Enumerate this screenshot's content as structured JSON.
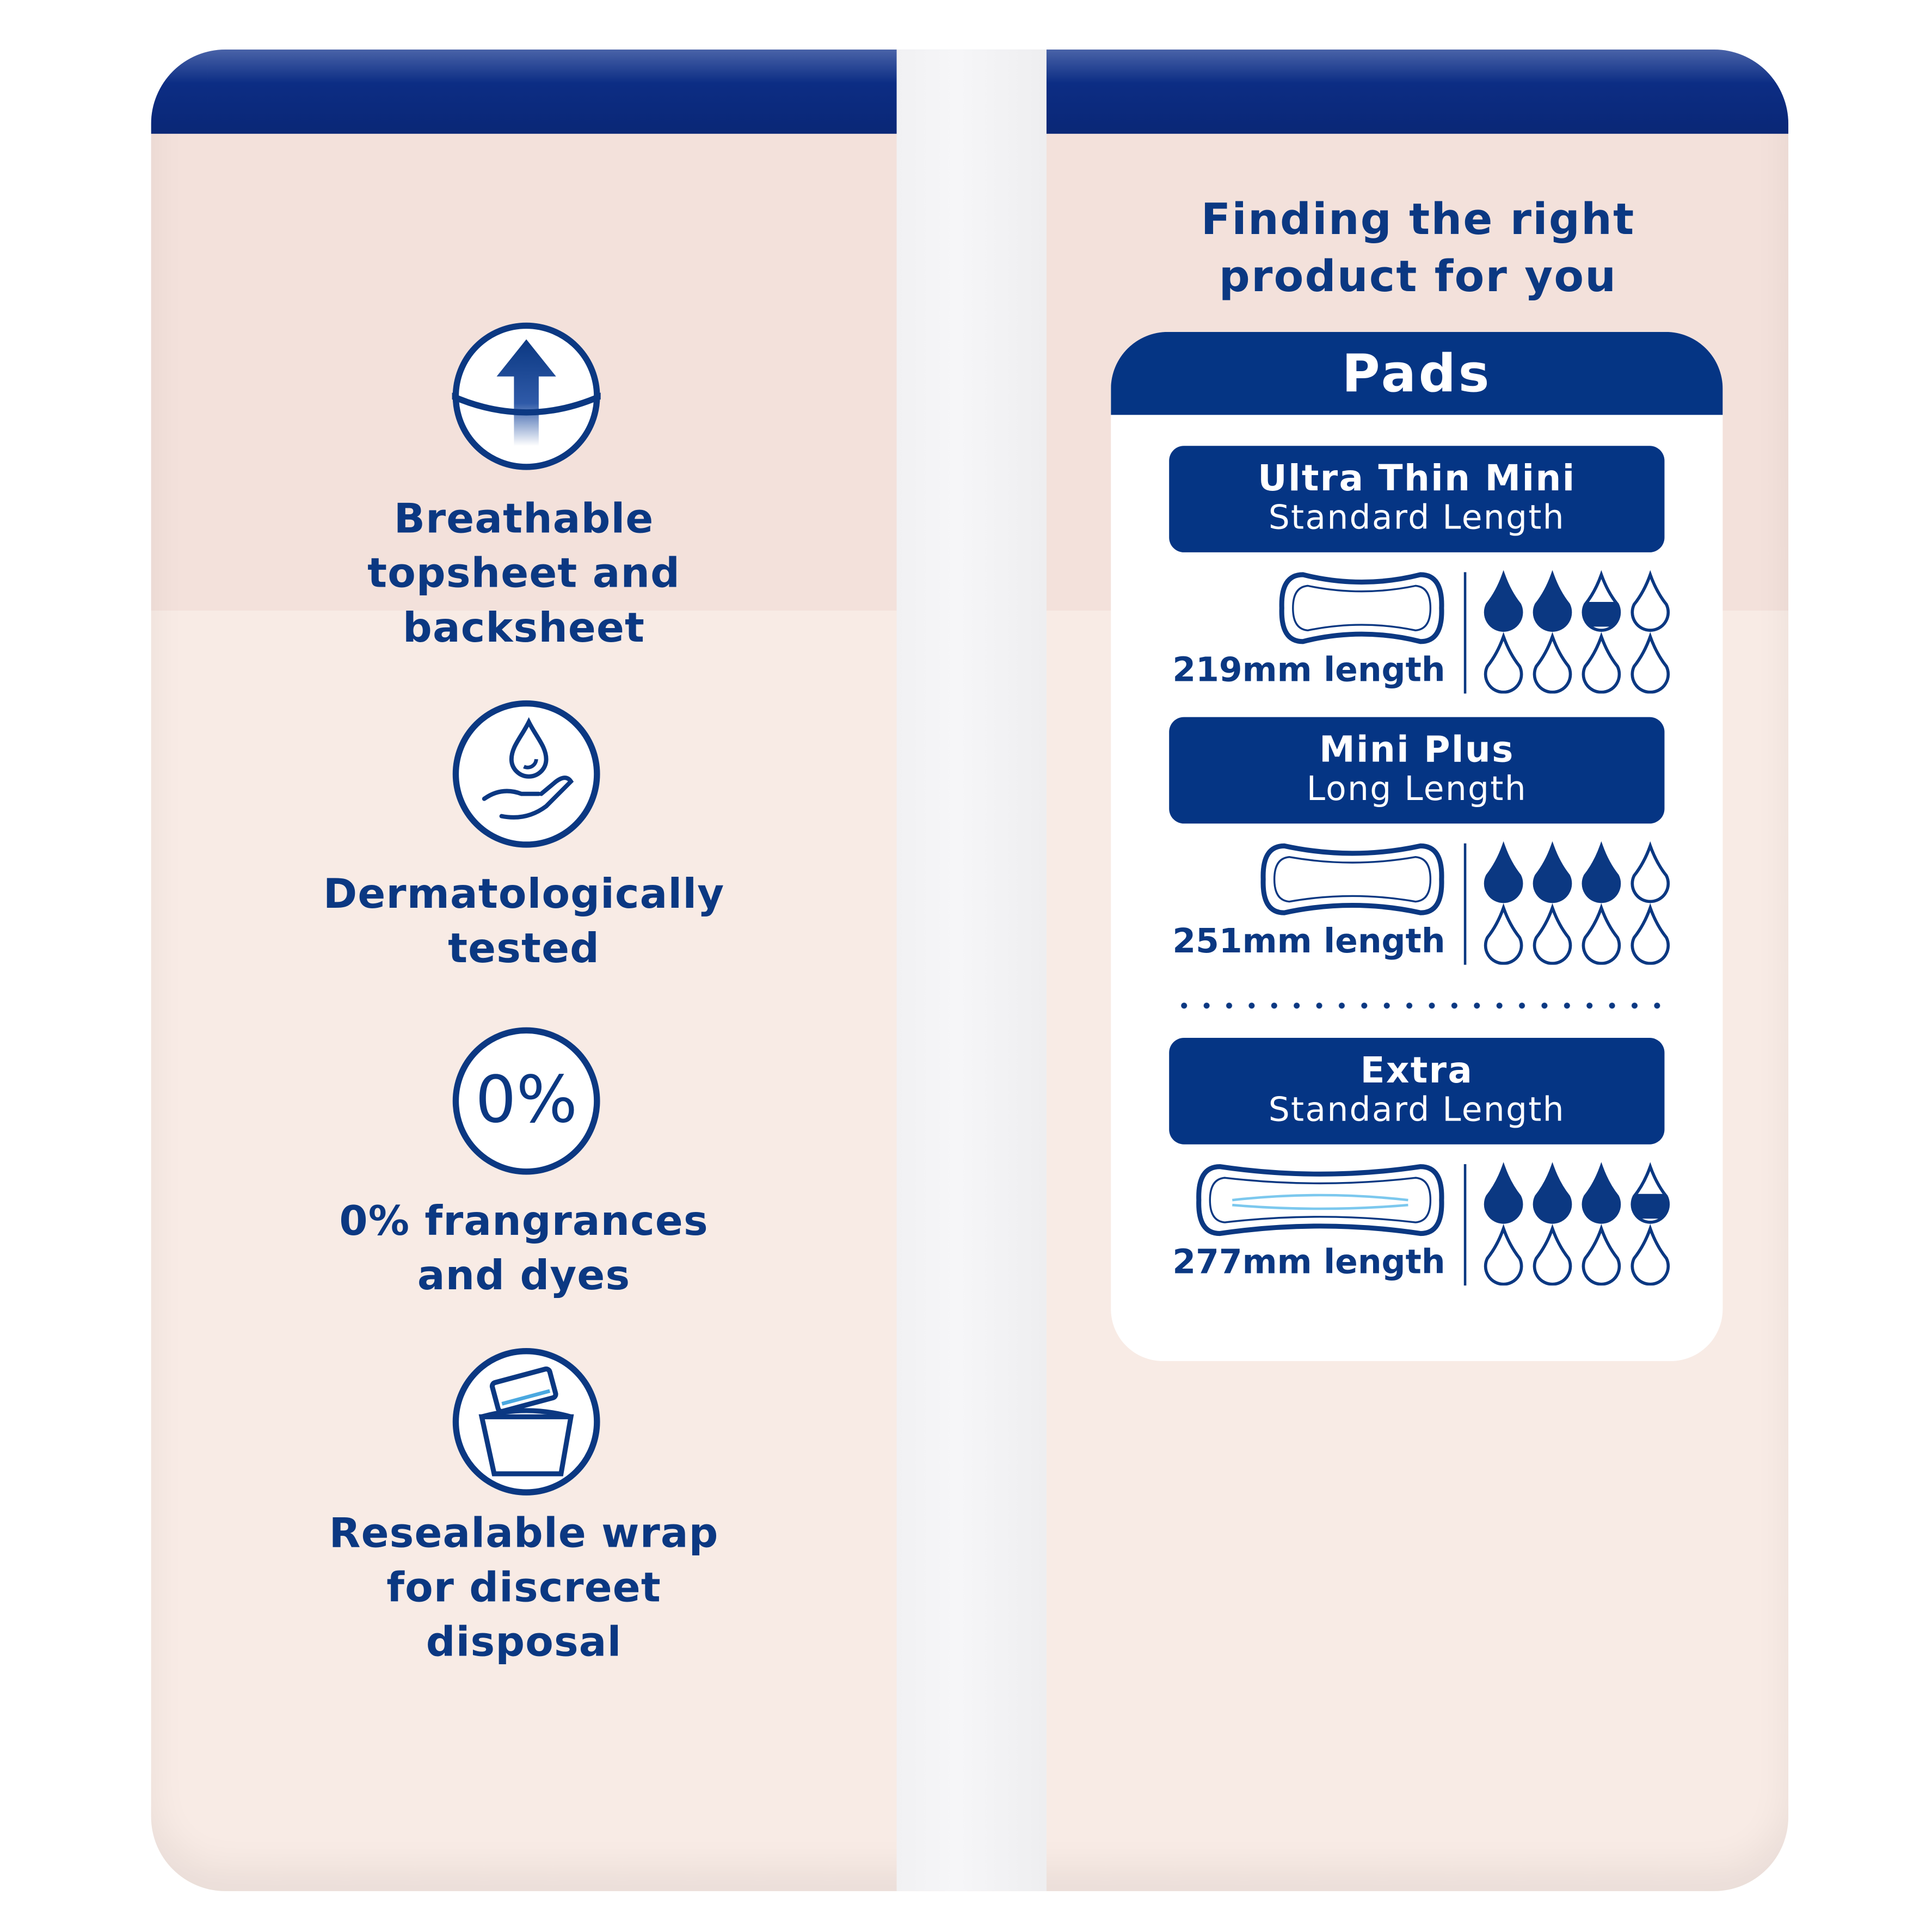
{
  "colors": {
    "brand_blue": "#053584",
    "text_blue": "#0b3882",
    "peach": "#f8ebe5"
  },
  "features": [
    {
      "icon": "breathable-arrow-icon",
      "lines": [
        "Breathable",
        "topsheet and",
        "backsheet"
      ]
    },
    {
      "icon": "hand-drop-icon",
      "lines": [
        "Dermatologically",
        "tested"
      ]
    },
    {
      "icon": "zero-percent-icon",
      "icon_text": "0%",
      "lines": [
        "0% frangrances",
        "and dyes"
      ]
    },
    {
      "icon": "resealable-wrap-icon",
      "lines": [
        "Resealable wrap",
        "for discreet",
        "disposal"
      ]
    }
  ],
  "guide": {
    "title_lines": [
      "Finding the right",
      "product for you"
    ],
    "header": "Pads",
    "products": [
      {
        "name": "Ultra Thin Mini",
        "length_type": "Standard Length",
        "length": "219mm length",
        "absorbency": 2.5,
        "max_drops": 8
      },
      {
        "name": "Mini Plus",
        "length_type": "Long Length",
        "length": "251mm length",
        "absorbency": 3,
        "max_drops": 8
      },
      {
        "name": "Extra",
        "length_type": "Standard Length",
        "length": "277mm length",
        "absorbency": 3.5,
        "max_drops": 8
      }
    ]
  }
}
